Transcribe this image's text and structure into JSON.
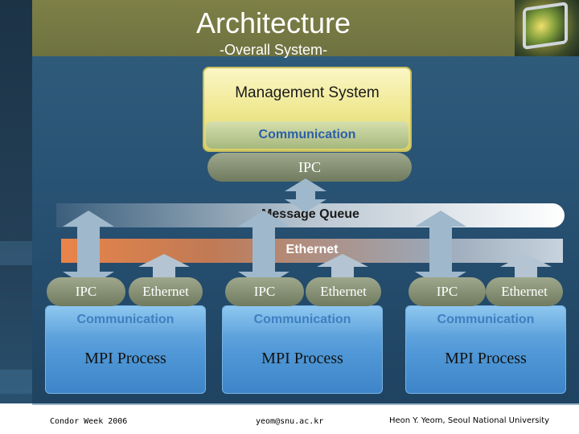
{
  "slide": {
    "title": "Architecture",
    "subtitle": "-Overall System-"
  },
  "management": {
    "label": "Management System",
    "communication": "Communication",
    "ipc": "IPC"
  },
  "bands": {
    "message_queue": "Message Queue",
    "ethernet": "Ethernet"
  },
  "nodes": [
    {
      "ipc": "IPC",
      "ethernet": "Ethernet",
      "communication": "Communication",
      "process": "MPI Process"
    },
    {
      "ipc": "IPC",
      "ethernet": "Ethernet",
      "communication": "Communication",
      "process": "MPI Process"
    },
    {
      "ipc": "IPC",
      "ethernet": "Ethernet",
      "communication": "Communication",
      "process": "MPI Process"
    }
  ],
  "footer": {
    "left": "Condor Week 2006",
    "middle": "yeom@snu.ac.kr",
    "right": "Heon Y. Yeom, Seoul National University"
  },
  "colors": {
    "title_bar": "#7d8046",
    "management_fill": "#eee78e",
    "node_fill": "#4f97d6",
    "ethernet_accent": "#e8844a",
    "arrow_fill": "#9fb8cc"
  }
}
